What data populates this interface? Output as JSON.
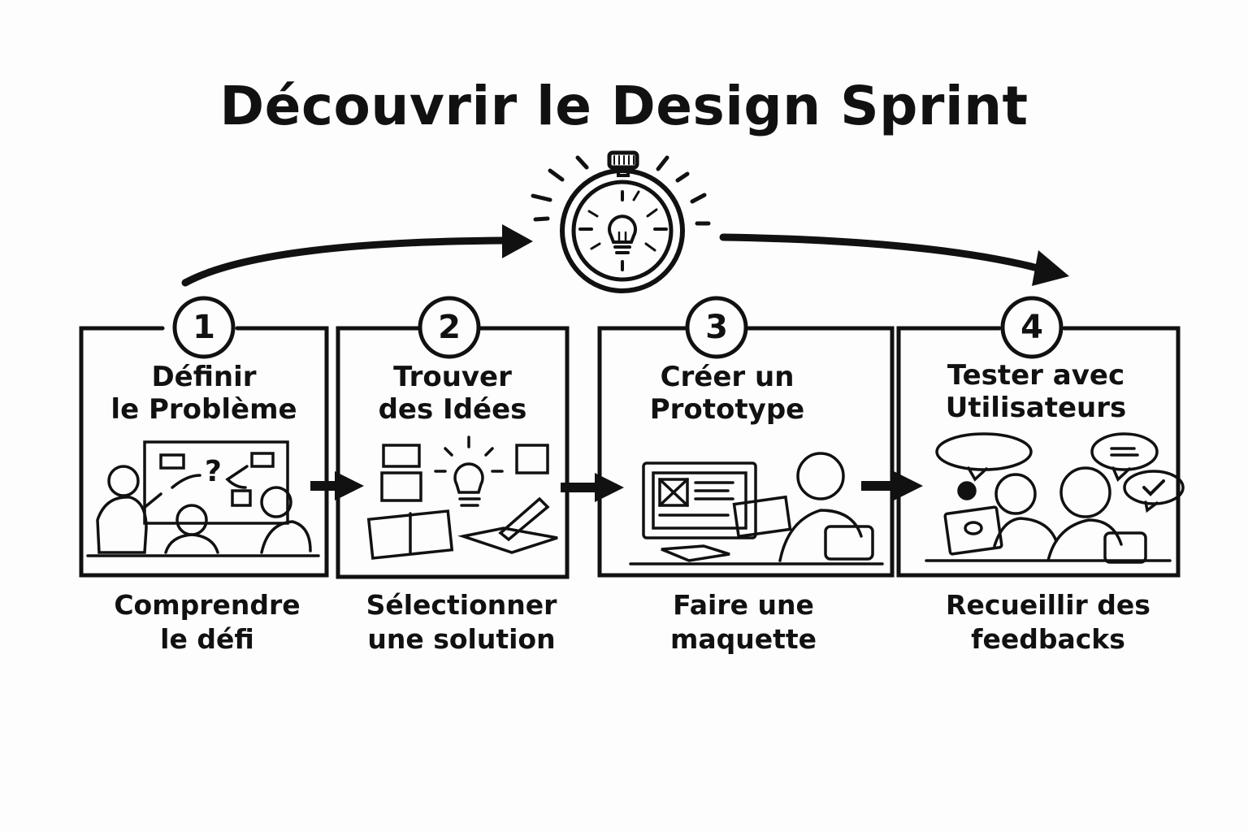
{
  "title": "Découvrir le Design Sprint",
  "center_icon": "stopwatch-lightbulb-icon",
  "colors": {
    "ink": "#111111",
    "background": "#fdfdfd"
  },
  "steps": [
    {
      "number": "1",
      "title_line1": "Définir",
      "title_line2": "le Problème",
      "caption_line1": "Comprendre",
      "caption_line2": "le défi",
      "illustration": "team-whiteboard-question-icon"
    },
    {
      "number": "2",
      "title_line1": "Trouver",
      "title_line2": "des Idées",
      "caption_line1": "Sélectionner",
      "caption_line2": "une solution",
      "illustration": "lightbulb-sketches-pencil-icon"
    },
    {
      "number": "3",
      "title_line1": "Créer un",
      "title_line2": "Prototype",
      "caption_line1": "Faire une",
      "caption_line2": "maquette",
      "illustration": "person-building-prototype-icon"
    },
    {
      "number": "4",
      "title_line1": "Tester avec",
      "title_line2": "Utilisateurs",
      "caption_line1": "Recueillir des",
      "caption_line2": "feedbacks",
      "illustration": "user-testing-feedback-icon"
    }
  ]
}
